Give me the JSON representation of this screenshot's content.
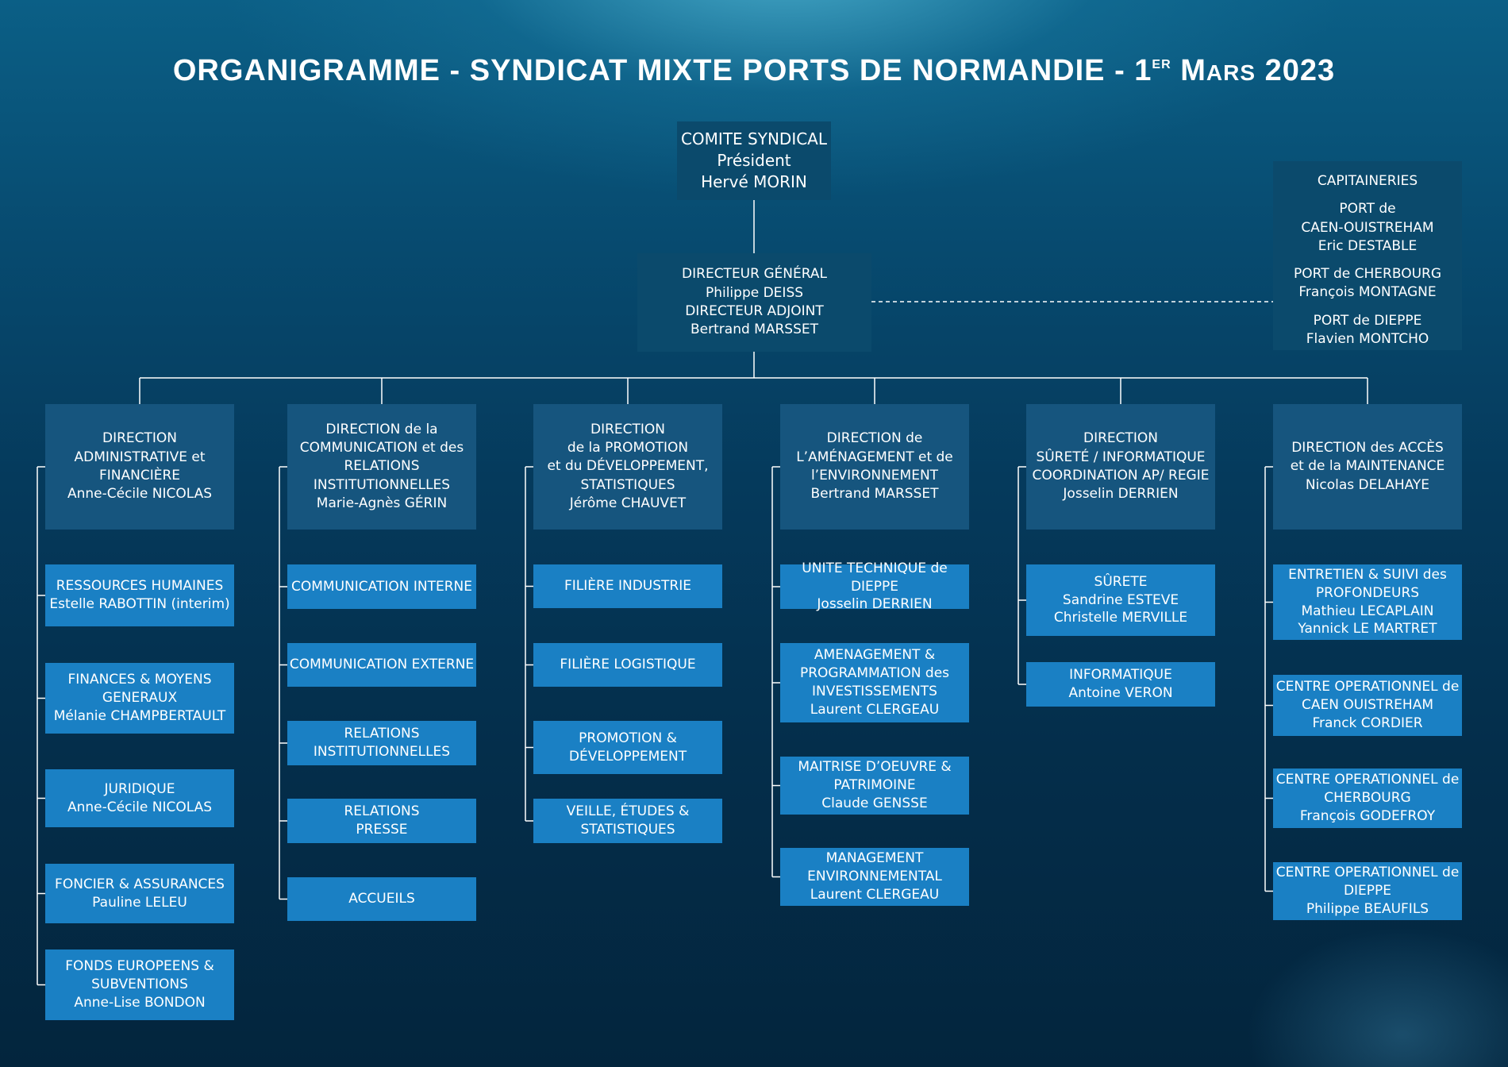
{
  "title": {
    "main": "ORGANIGRAMME - SYNDICAT MIXTE PORTS DE NORMANDIE - 1",
    "sup": "ER",
    "month_initial": "M",
    "month_rest": "ARS",
    "year": "2023"
  },
  "top": {
    "line1": "COMITE SYNDICAL",
    "line2": "Président",
    "line3": "Hervé MORIN"
  },
  "dg": {
    "line1": "DIRECTEUR GÉNÉRAL",
    "line2": "Philippe DEISS",
    "line3": "DIRECTEUR ADJOINT",
    "line4": "Bertrand MARSSET"
  },
  "capitaineries": {
    "title": "CAPITAINERIES",
    "ports": [
      {
        "lines": [
          "PORT de",
          "CAEN-OUISTREHAM",
          "Eric DESTABLE"
        ]
      },
      {
        "lines": [
          "PORT de CHERBOURG",
          "François MONTAGNE"
        ]
      },
      {
        "lines": [
          "PORT de DIEPPE",
          "Flavien MONTCHO"
        ]
      }
    ]
  },
  "directions": [
    {
      "lines": [
        "DIRECTION",
        "ADMINISTRATIVE et",
        "FINANCIÈRE",
        "Anne-Cécile NICOLAS"
      ],
      "units": [
        {
          "lines": [
            "RESSOURCES HUMAINES",
            "Estelle RABOTTIN (interim)"
          ]
        },
        {
          "lines": [
            "FINANCES & MOYENS",
            "GENERAUX",
            "Mélanie CHAMPBERTAULT"
          ]
        },
        {
          "lines": [
            "JURIDIQUE",
            "Anne-Cécile NICOLAS"
          ]
        },
        {
          "lines": [
            "FONCIER & ASSURANCES",
            "Pauline LELEU"
          ]
        },
        {
          "lines": [
            "FONDS EUROPEENS &",
            "SUBVENTIONS",
            "Anne-Lise BONDON"
          ]
        }
      ]
    },
    {
      "lines": [
        "DIRECTION de la",
        "COMMUNICATION et des",
        "RELATIONS",
        "INSTITUTIONNELLES",
        "Marie-Agnès GÉRIN"
      ],
      "units": [
        {
          "lines": [
            "COMMUNICATION INTERNE"
          ]
        },
        {
          "lines": [
            "COMMUNICATION EXTERNE"
          ]
        },
        {
          "lines": [
            "RELATIONS",
            "INSTITUTIONNELLES"
          ]
        },
        {
          "lines": [
            "RELATIONS",
            "PRESSE"
          ]
        },
        {
          "lines": [
            "ACCUEILS"
          ]
        }
      ]
    },
    {
      "lines": [
        "DIRECTION",
        "de la PROMOTION",
        "et du DÉVELOPPEMENT,",
        "STATISTIQUES",
        "Jérôme CHAUVET"
      ],
      "units": [
        {
          "lines": [
            "FILIÈRE INDUSTRIE"
          ]
        },
        {
          "lines": [
            "FILIÈRE LOGISTIQUE"
          ]
        },
        {
          "lines": [
            "PROMOTION &",
            "DÉVELOPPEMENT"
          ]
        },
        {
          "lines": [
            "VEILLE, ÉTUDES &",
            "STATISTIQUES"
          ]
        }
      ]
    },
    {
      "lines": [
        "DIRECTION de",
        "L’AMÉNAGEMENT et de",
        "l’ENVIRONNEMENT",
        "Bertrand MARSSET"
      ],
      "units": [
        {
          "lines": [
            "UNITE TECHNIQUE de DIEPPE",
            "Josselin DERRIEN"
          ]
        },
        {
          "lines": [
            "AMENAGEMENT &",
            "PROGRAMMATION des",
            "INVESTISSEMENTS",
            "Laurent CLERGEAU"
          ]
        },
        {
          "lines": [
            "MAITRISE D’OEUVRE &",
            "PATRIMOINE",
            "Claude GENSSE"
          ]
        },
        {
          "lines": [
            "MANAGEMENT",
            "ENVIRONNEMENTAL",
            "Laurent CLERGEAU"
          ]
        }
      ]
    },
    {
      "lines": [
        "DIRECTION",
        "SÛRETÉ / INFORMATIQUE",
        "COORDINATION AP/ REGIE",
        "Josselin DERRIEN"
      ],
      "units": [
        {
          "lines": [
            "SÛRETE",
            "Sandrine ESTEVE",
            "Christelle MERVILLE"
          ]
        },
        {
          "lines": [
            "INFORMATIQUE",
            "Antoine VERON"
          ]
        }
      ]
    },
    {
      "lines": [
        "DIRECTION des ACCÈS",
        "et de la MAINTENANCE",
        "Nicolas DELAHAYE"
      ],
      "units": [
        {
          "lines": [
            "ENTRETIEN & SUIVI des",
            "PROFONDEURS",
            "Mathieu LECAPLAIN",
            "Yannick LE MARTRET"
          ]
        },
        {
          "lines": [
            "CENTRE OPERATIONNEL de",
            "CAEN OUISTREHAM",
            "Franck CORDIER"
          ]
        },
        {
          "lines": [
            "CENTRE OPERATIONNEL de",
            "CHERBOURG",
            "François GODEFROY"
          ]
        },
        {
          "lines": [
            "CENTRE OPERATIONNEL de",
            "DIEPPE",
            "Philippe BEAUFILS"
          ]
        }
      ]
    }
  ]
}
